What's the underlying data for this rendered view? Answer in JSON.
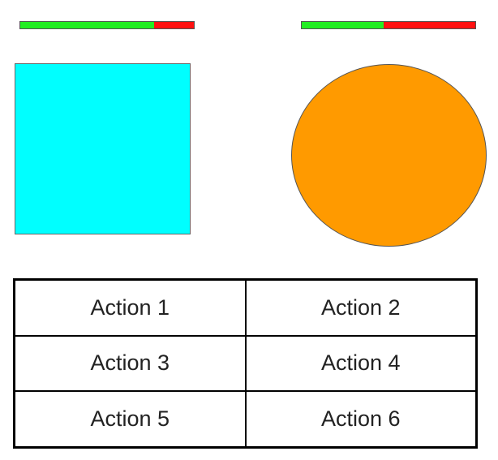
{
  "colors": {
    "hp_remaining": "#22ee22",
    "hp_lost": "#ff1111",
    "square_unit": "#00ffff",
    "circle_unit": "#ff9a00"
  },
  "units": {
    "left": {
      "shape": "square",
      "hp_fraction": 0.77
    },
    "right": {
      "shape": "circle",
      "hp_fraction": 0.47
    }
  },
  "actions": [
    {
      "label": "Action 1"
    },
    {
      "label": "Action 2"
    },
    {
      "label": "Action 3"
    },
    {
      "label": "Action 4"
    },
    {
      "label": "Action 5"
    },
    {
      "label": "Action 6"
    }
  ]
}
